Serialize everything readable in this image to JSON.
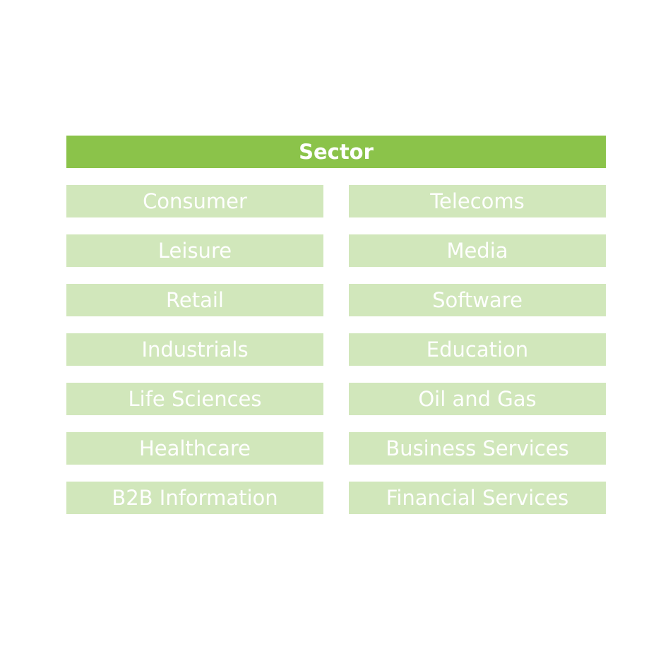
{
  "header": {
    "title": "Sector"
  },
  "left": [
    "Consumer",
    "Leisure",
    "Retail",
    "Industrials",
    "Life Sciences",
    "Healthcare",
    "B2B Information"
  ],
  "right": [
    "Telecoms",
    "Media",
    "Software",
    "Education",
    "Oil and Gas",
    "Business Services",
    "Financial Services"
  ],
  "colors": {
    "header_bg": "#8bc34a",
    "cell_bg": "#d1e7bb",
    "text": "#ffffff"
  }
}
